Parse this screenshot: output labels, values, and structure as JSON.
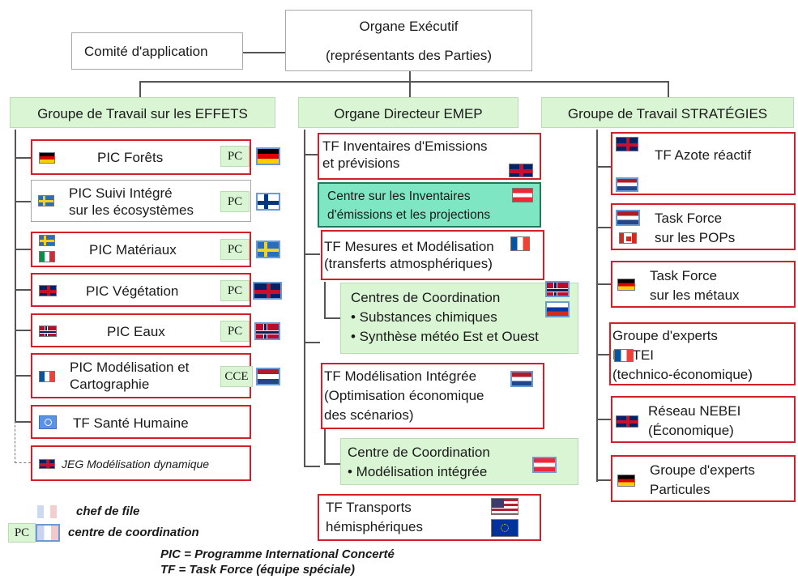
{
  "exec": {
    "title": "Organe Exécutif",
    "subtitle": "(représentants des Parties)"
  },
  "comite": "Comité d'application",
  "effets": {
    "title": "Groupe de Travail sur les EFFETS",
    "items": [
      {
        "label": "PIC Forêts",
        "tag": "PC"
      },
      {
        "label": "PIC Suivi Intégré\nsur les écosystèmes",
        "tag": "PC"
      },
      {
        "label": "PIC Matériaux",
        "tag": "PC"
      },
      {
        "label": "PIC Végétation",
        "tag": "PC"
      },
      {
        "label": "PIC Eaux",
        "tag": "PC"
      },
      {
        "label": "PIC Modélisation et\nCartographie",
        "tag": "CCE"
      },
      {
        "label": "TF Santé Humaine"
      },
      {
        "label": "JEG Modélisation dynamique"
      }
    ]
  },
  "emep": {
    "title": "Organe Directeur EMEP",
    "items": [
      {
        "label": "TF Inventaires d'Emissions\net prévisions"
      },
      {
        "label": "Centre sur les Inventaires\nd'émissions et les projections"
      },
      {
        "label": "TF Mesures et Modélisation\n(transferts atmosphériques)"
      },
      {
        "label": "Centres de Coordination\n• Substances chimiques\n• Synthèse météo Est et Ouest"
      },
      {
        "label": "TF Modélisation Intégrée\n(Optimisation économique\ndes scénarios)"
      },
      {
        "label": "Centre de Coordination\n• Modélisation intégrée"
      },
      {
        "label": "TF Transports\nhémisphériques"
      }
    ]
  },
  "strategies": {
    "title": "Groupe de Travail STRATÉGIES",
    "items": [
      {
        "label": "TF Azote réactif"
      },
      {
        "label": "Task Force\nsur les POPs"
      },
      {
        "label": "Task Force\nsur les métaux"
      },
      {
        "label": "Groupe d'experts\nEGTEI\n(technico-économique)"
      },
      {
        "label": "Réseau NEBEI\n(Économique)"
      },
      {
        "label": "Groupe d'experts\nParticules"
      }
    ]
  },
  "legend": {
    "lead": "chef de file",
    "pc": "PC",
    "cc": "centre de coordination",
    "pic": "PIC = Programme International Concerté",
    "tf": "TF = Task Force (équipe spéciale)"
  },
  "colors": {
    "red_border": "#d0202a",
    "green_fill": "#d9f5d4",
    "teal_fill": "#7fe6c4"
  }
}
